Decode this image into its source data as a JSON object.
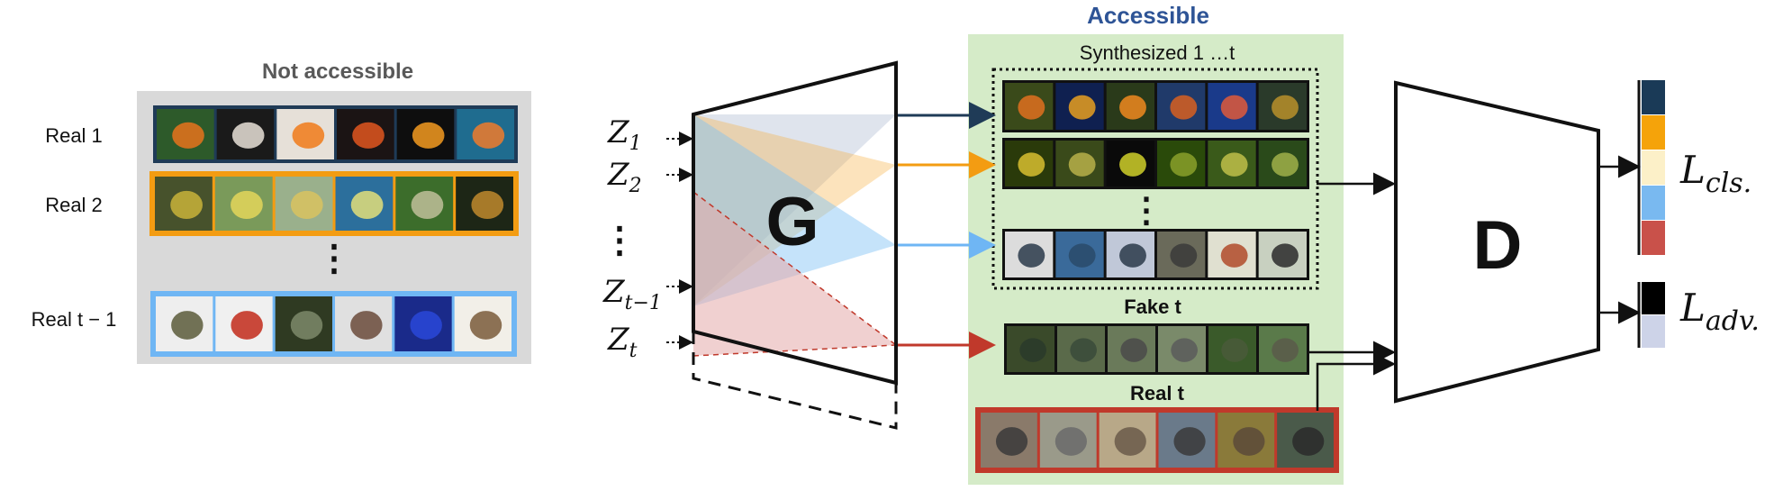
{
  "panels": {
    "not_accessible": {
      "title": "Not accessible",
      "rows": [
        "Real 1",
        "Real 2",
        "Real t − 1"
      ],
      "ellipsis": "⋮"
    },
    "accessible": {
      "title": "Accessible",
      "synth_title": "Synthesized 1  …t",
      "fake_label": "Fake t",
      "real_label": "Real t",
      "ellipsis": "⋮"
    }
  },
  "generator": {
    "label": "G",
    "inputs": [
      "Z1",
      "Z2",
      "⋮",
      "Zt−1",
      "Zt"
    ]
  },
  "discriminator": {
    "label": "D",
    "loss_cls": "Lcls.",
    "loss_adv": "Ladv."
  },
  "colors": {
    "real1": "#1f3b57",
    "real2": "#f39c12",
    "real_t1": "#6fb6f4",
    "real_t": "#c0392b",
    "accessible_bg": "#d5ebc8",
    "not_accessible_bg": "#d9d9d9",
    "accessible_title": "#2e5496",
    "cls_bar": [
      "#1a3a57",
      "#f5a30a",
      "#fcf0c8",
      "#79b9f0",
      "#c9514a"
    ],
    "adv_bar": [
      "#000000",
      "#cdd3e8"
    ]
  }
}
